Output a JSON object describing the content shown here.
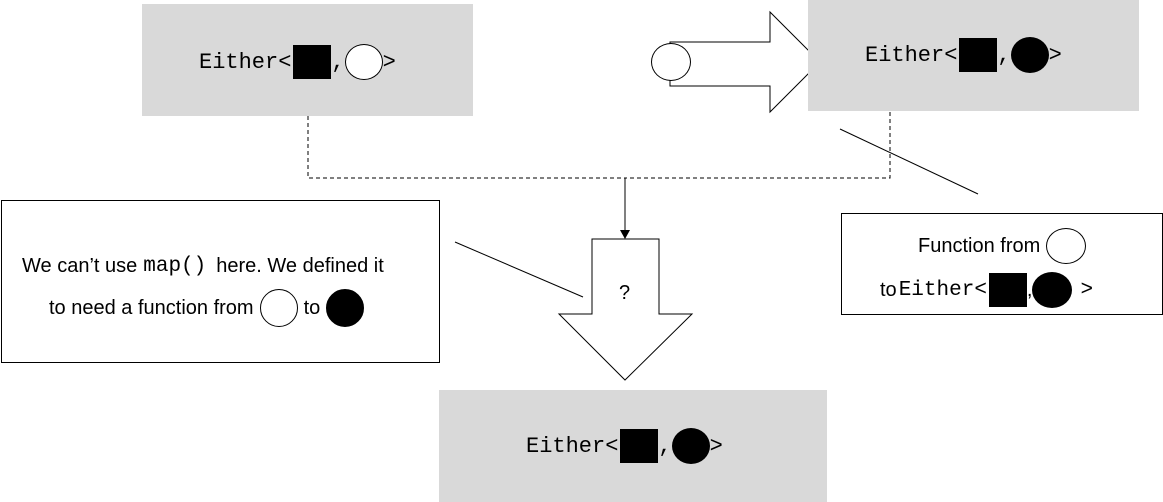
{
  "either_label": "Either",
  "lt": "<",
  "gt": ">",
  "comma": ",",
  "question": "?",
  "left_note": {
    "line1_before": "We can’t use",
    "code": "map()",
    "line1_after": "here. We defined it",
    "line2_before": "to need a function from",
    "line2_to": "to"
  },
  "right_note": {
    "line1": "Function from",
    "line2_prefix": "to"
  },
  "colors": {
    "box_fill": "#d9d9d9",
    "shape_fill": "#000000",
    "outline": "#000000"
  }
}
